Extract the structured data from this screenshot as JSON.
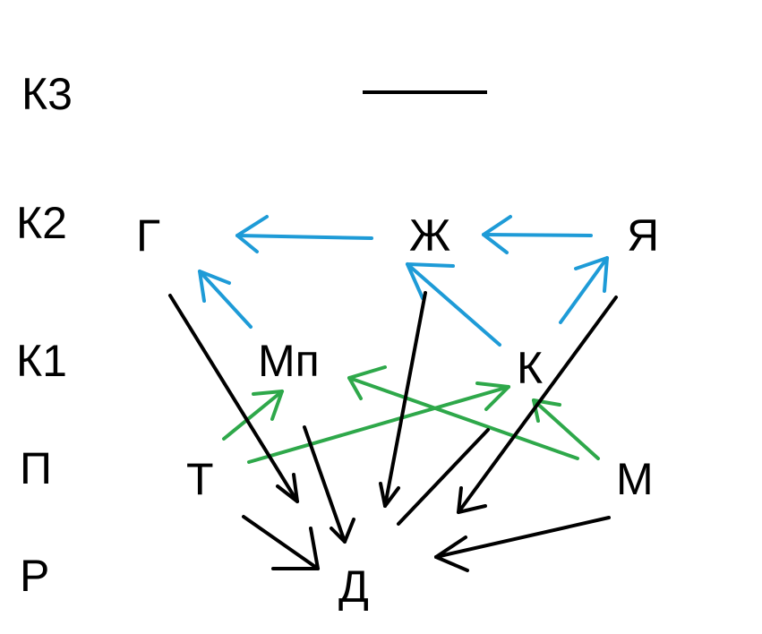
{
  "colors": {
    "background": "#ffffff",
    "text": "#000000",
    "black_arrow": "#000000",
    "blue_arrow": "#1e9bd7",
    "green_arrow": "#2ea84a"
  },
  "levels": {
    "k3": "К3",
    "k2": "К2",
    "k1": "К1",
    "p": "П",
    "r": "Р"
  },
  "nodes": {
    "g": "Г",
    "zh": "Ж",
    "ya": "Я",
    "mp": "Мп",
    "k": "К",
    "t": "Т",
    "m": "М",
    "d": "Д"
  },
  "edges": [
    {
      "from": "Ж",
      "to": "Г",
      "color": "blue"
    },
    {
      "from": "Я",
      "to": "Ж",
      "color": "blue"
    },
    {
      "from": "Мп",
      "to": "Г",
      "color": "blue"
    },
    {
      "from": "К",
      "to": "Ж",
      "color": "blue"
    },
    {
      "from": "К",
      "to": "Я",
      "color": "blue"
    },
    {
      "from": "Т",
      "to": "Мп",
      "color": "green"
    },
    {
      "from": "Т",
      "to": "К",
      "color": "green"
    },
    {
      "from": "М",
      "to": "Мп",
      "color": "green"
    },
    {
      "from": "М",
      "to": "К",
      "color": "green"
    },
    {
      "from": "Г",
      "to": "Д",
      "color": "black"
    },
    {
      "from": "Мп",
      "to": "Д",
      "color": "black"
    },
    {
      "from": "Ж",
      "to": "Д",
      "color": "black"
    },
    {
      "from": "К",
      "to": "Д",
      "color": "black"
    },
    {
      "from": "Я",
      "to": "Д",
      "color": "black"
    },
    {
      "from": "Т",
      "to": "Д",
      "color": "black"
    },
    {
      "from": "М",
      "to": "Д",
      "color": "black"
    }
  ]
}
